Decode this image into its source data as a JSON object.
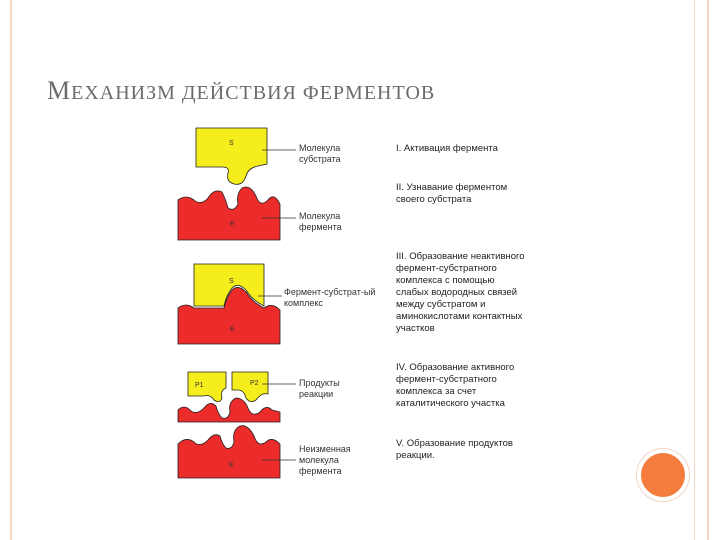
{
  "title": {
    "first_letter": "М",
    "rest": "ЕХАНИЗМ ДЕЙСТВИЯ ФЕРМЕНТОВ"
  },
  "figure": {
    "letters": {
      "S": "S",
      "E": "E",
      "P1": "P1",
      "P2": "P2"
    },
    "labels": {
      "substrate": [
        "Молекула",
        "субстрата"
      ],
      "enzyme": [
        "Молекула",
        "фермента"
      ],
      "complex": [
        "Фермент-субстрат-ый",
        "комплекс"
      ],
      "products": [
        "Продукты",
        "реакции"
      ],
      "unchanged": [
        "Неизменная",
        "молекула",
        "фермента"
      ]
    },
    "steps": [
      [
        "I. Активация фермента"
      ],
      [
        "II. Узнавание ферментом",
        "своего субстрата"
      ],
      [
        "III. Образование неактивного",
        "фермент-субстратного",
        "комплекса с помощью",
        "слабых водородных связей",
        "между субстратом и",
        "аминокислотами контактных",
        "участков"
      ],
      [
        "IV. Образование активного",
        "фермент-субстратного",
        "комплекса за счет",
        "каталитического участка"
      ],
      [
        "V. Образование продуктов",
        "реакции."
      ]
    ]
  },
  "colors": {
    "yellow": "#f5ee1c",
    "red": "#ec2b2b",
    "accent": "#f47c3c",
    "frame": "#f2d5c3"
  }
}
